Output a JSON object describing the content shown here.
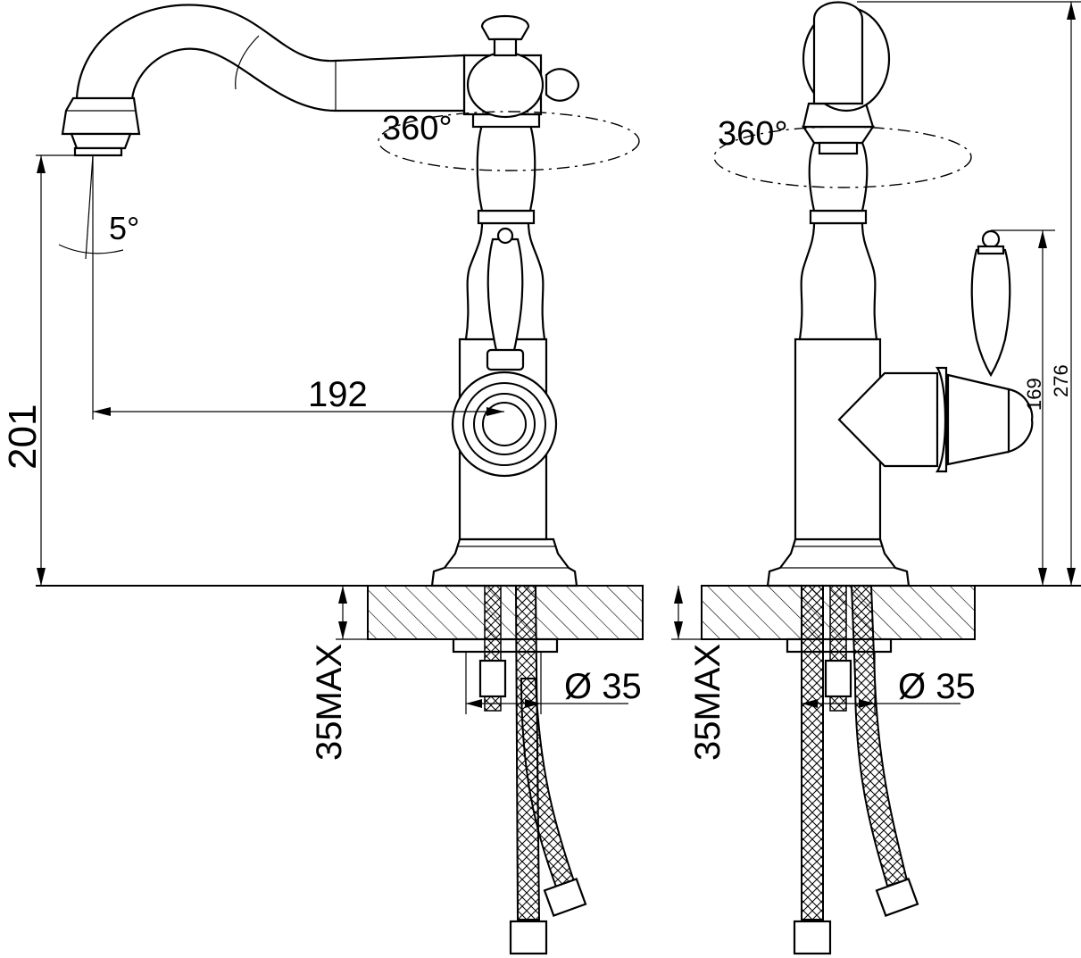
{
  "drawing": {
    "title": "",
    "side_view": {
      "rotation_label": "360°",
      "angle_label": "5°",
      "reach_label": "192",
      "height_label": "201",
      "thickness_label": "35MAX",
      "hole_label": "Ø 35"
    },
    "front_view": {
      "rotation_label": "360°",
      "handle_height_label": "169",
      "total_height_label": "276",
      "thickness_label": "35MAX",
      "hole_label": "Ø 35"
    }
  },
  "colors": {
    "line": "#000000",
    "background": "#ffffff"
  }
}
